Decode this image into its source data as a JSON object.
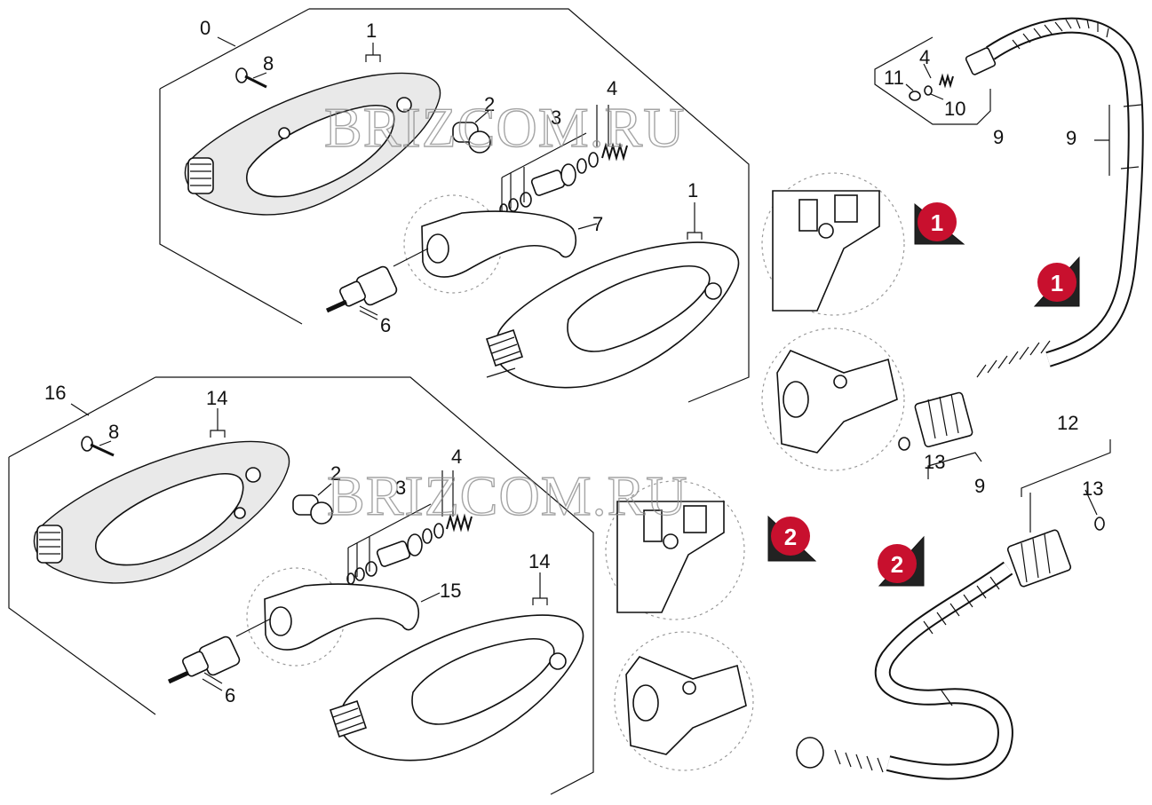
{
  "watermark": "BRIZCOM.RU",
  "labels": {
    "top": {
      "l0": "0",
      "l1a": "1",
      "l8": "8",
      "l2": "2",
      "l3": "3",
      "l4": "4",
      "l7": "7",
      "l1b": "1",
      "l6": "6"
    },
    "bottom": {
      "l16": "16",
      "l14a": "14",
      "l8": "8",
      "l2": "2",
      "l3": "3",
      "l4": "4",
      "l15": "15",
      "l14b": "14",
      "l6": "6"
    },
    "hose1": {
      "l4": "4",
      "l11": "11",
      "l10": "10",
      "l9a": "9",
      "l9b": "9",
      "l13": "13",
      "l9c": "9"
    },
    "hose2": {
      "l12": "12",
      "l13": "13"
    }
  },
  "badges": {
    "b1a": "1",
    "b1b": "1",
    "b2a": "2",
    "b2b": "2"
  },
  "colors": {
    "badge": "#c8102e",
    "line": "#111111",
    "watermark": "#888888"
  }
}
